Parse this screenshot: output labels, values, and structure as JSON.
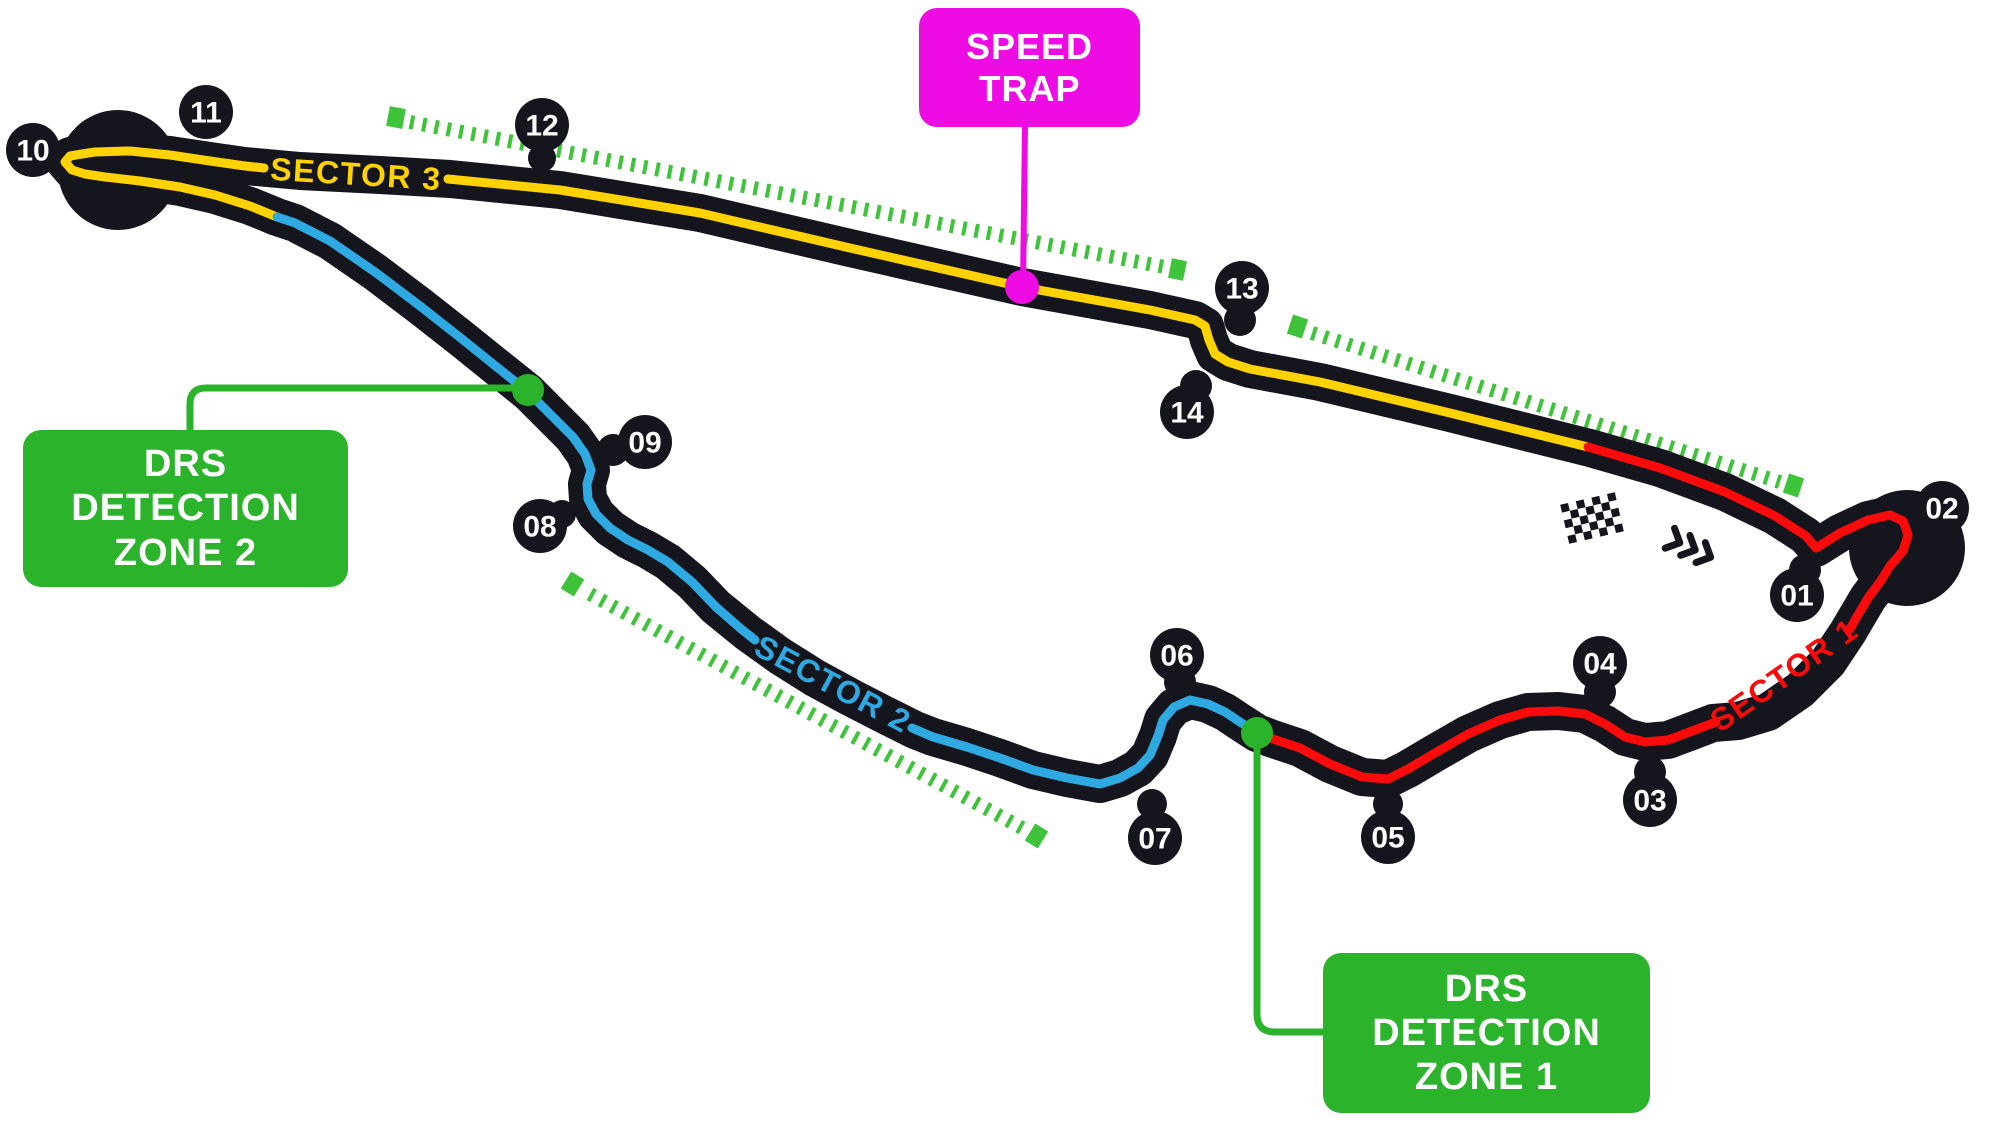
{
  "map": {
    "type": "race-circuit-map",
    "speed_trap": {
      "line1": "SPEED",
      "line2": "TRAP"
    },
    "drs_zone_2": {
      "line1": "DRS",
      "line2": "DETECTION",
      "line3": "ZONE 2"
    },
    "drs_zone_1": {
      "line1": "DRS",
      "line2": "DETECTION",
      "line3": "ZONE 1"
    },
    "sectors": [
      {
        "label": "SECTOR 1",
        "color": "#fa0a0a"
      },
      {
        "label": "SECTOR 2",
        "color": "#2fa9e1"
      },
      {
        "label": "SECTOR 3",
        "color": "#ffd200"
      }
    ],
    "markers": [
      "01",
      "02",
      "03",
      "04",
      "05",
      "06",
      "07",
      "08",
      "09",
      "10",
      "11",
      "12",
      "13",
      "14"
    ],
    "colors": {
      "track": "#15151e",
      "sector1_red": "#fa0a0a",
      "sector2_blue": "#2fa9e1",
      "sector3_yellow": "#ffd200",
      "drs_green": "#2cb32c",
      "drs_dash_green": "#3fc33a",
      "speed_trap_magenta": "#ef0be4",
      "marker_text": "#ffffff",
      "background": "#ffffff"
    }
  }
}
